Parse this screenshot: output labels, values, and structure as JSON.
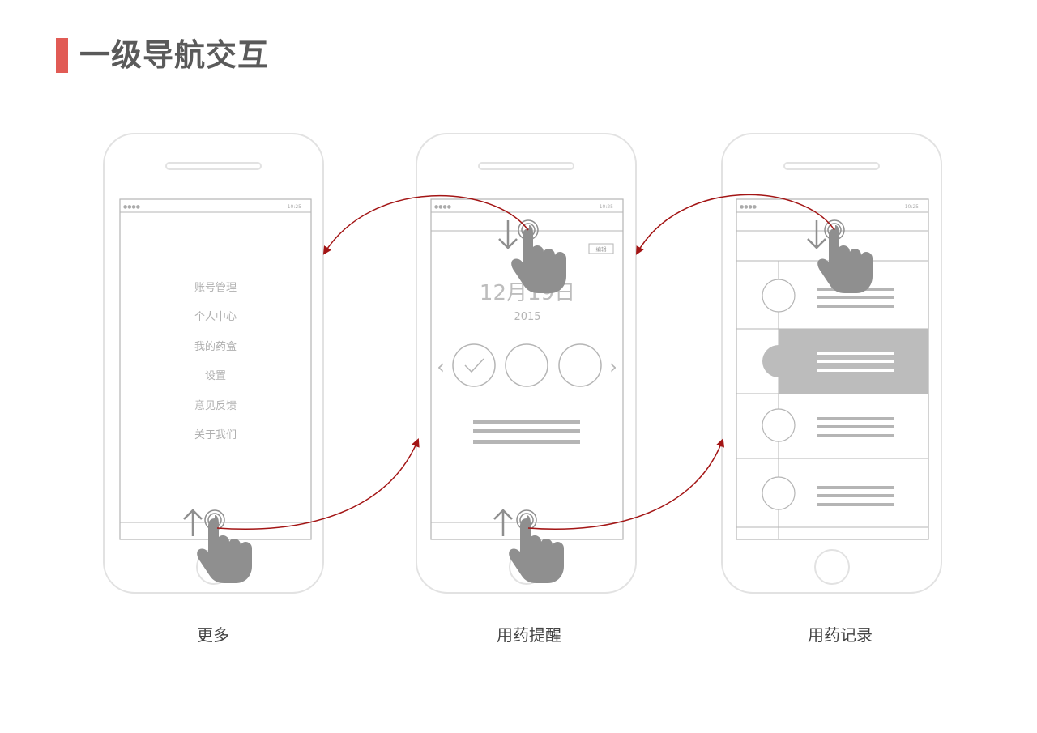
{
  "page": {
    "title": "一级导航交互"
  },
  "screens": [
    {
      "caption": "更多",
      "status": {
        "signal": "●●●●",
        "time": "10:25"
      },
      "menu": [
        "账号管理",
        "个人中心",
        "我的药盒",
        "设置",
        "意见反馈",
        "关于我们"
      ]
    },
    {
      "caption": "用药提醒",
      "status": {
        "signal": "●●●●",
        "time": "10:25"
      },
      "edit_label": "编辑",
      "date": "12月19日",
      "year": "2015",
      "prev_glyph": "‹",
      "next_glyph": "›"
    },
    {
      "caption": "用药记录",
      "status": {
        "signal": "●●●●",
        "time": "10:25"
      }
    }
  ],
  "colors": {
    "accent": "#e15b55",
    "arrow": "#a31515",
    "frame": "#e2e2e2",
    "line": "#b5b5b5",
    "hand": "#8f8f8f"
  }
}
